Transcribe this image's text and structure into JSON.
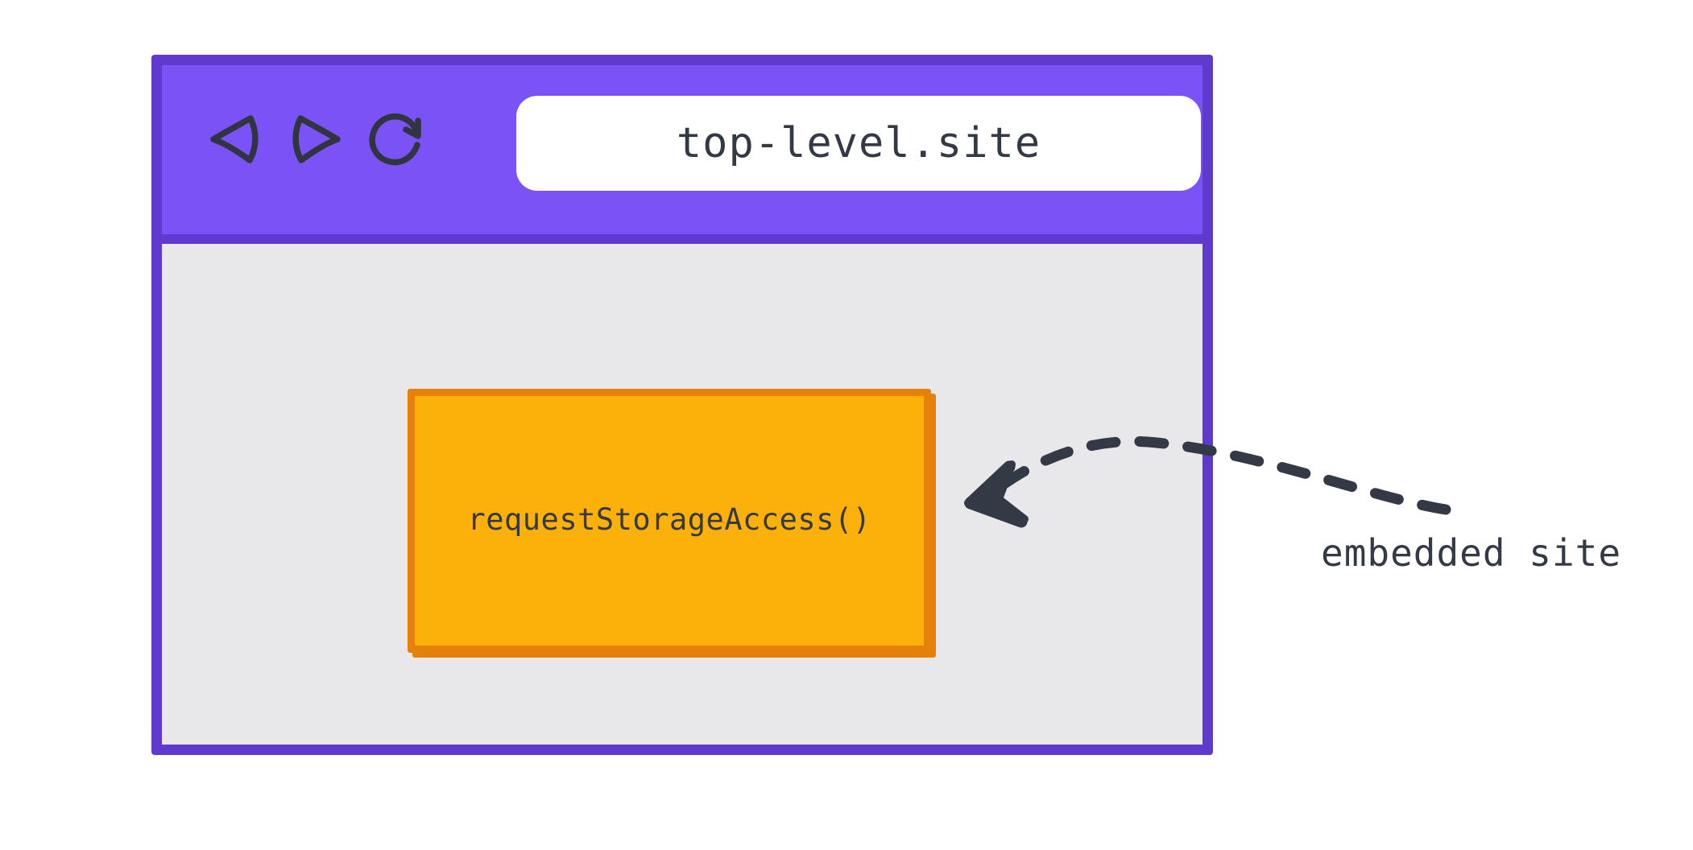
{
  "browser": {
    "toolbar": {
      "back_icon": "back-triangle-icon",
      "forward_icon": "forward-triangle-icon",
      "reload_icon": "reload-circular-arrow-icon",
      "url_value": "top-level.site",
      "url_placeholder": "top-level.site"
    },
    "content": {
      "embedded_frame_label": "requestStorageAccess()"
    }
  },
  "annotation": {
    "label": "embedded site",
    "arrow_icon": "dashed-curved-arrow-icon"
  },
  "colors": {
    "chrome_fill": "#7B52F5",
    "chrome_border": "#6039CE",
    "viewport": "#E8E8EA",
    "frame_fill": "#FBB00A",
    "frame_border": "#E5800B",
    "ink": "#333A45",
    "page_background": "#FFFFFF"
  }
}
